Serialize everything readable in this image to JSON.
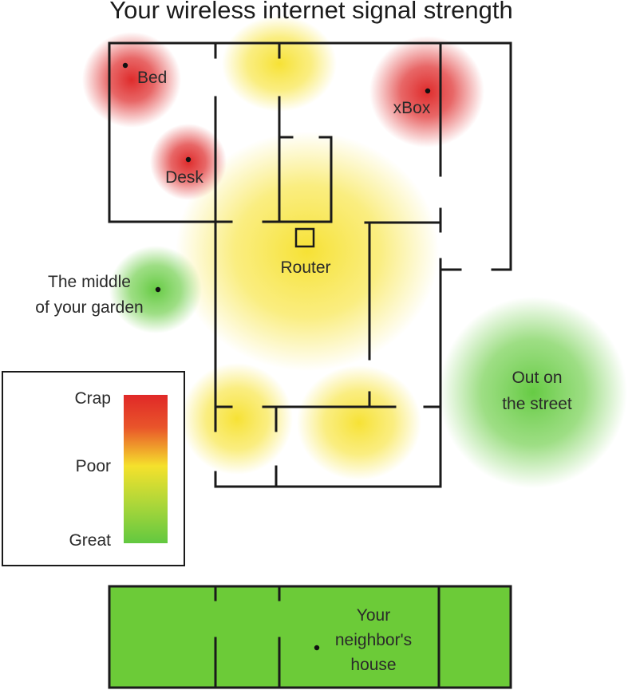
{
  "title": "Your wireless internet signal strength",
  "colors": {
    "crap": "#de2626",
    "poor": "#f7e330",
    "great": "#62cc40",
    "neighbor_fill": "#6ccb38",
    "wall": "#1a1a1a"
  },
  "locations": {
    "bed": "Bed",
    "xbox": "xBox",
    "desk": "Desk",
    "router": "Router",
    "garden_line1": "The middle",
    "garden_line2": "of your garden",
    "street_line1": "Out on",
    "street_line2": "the street",
    "neighbor_line1": "Your",
    "neighbor_line2": "neighbor's",
    "neighbor_line3": "house"
  },
  "legend": {
    "crap": "Crap",
    "poor": "Poor",
    "great": "Great"
  }
}
